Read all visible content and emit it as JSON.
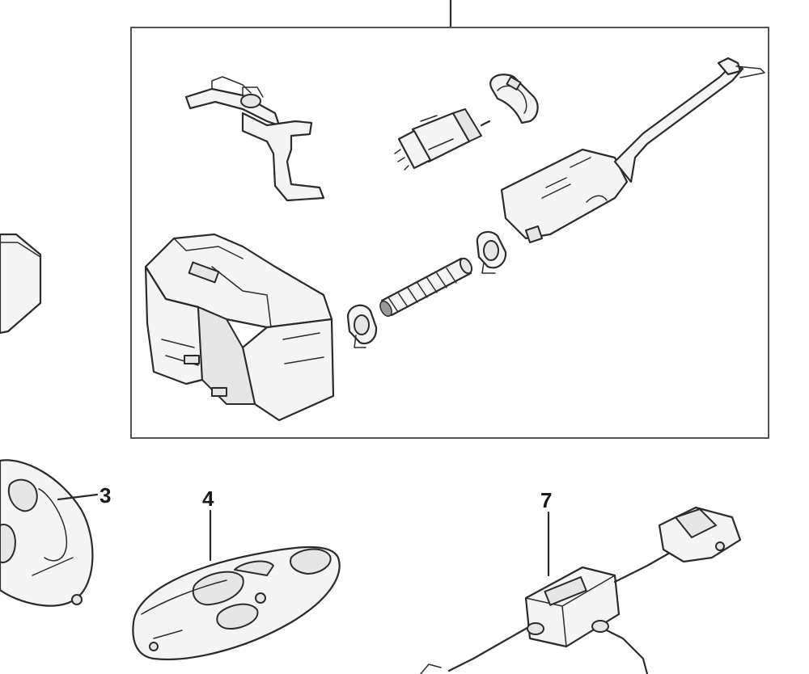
{
  "diagram": {
    "callouts": [
      {
        "id": "3",
        "label": "3",
        "part": "remote-control-keyfob-partial"
      },
      {
        "id": "4",
        "label": "4",
        "part": "remote-control-keyfob"
      },
      {
        "id": "7",
        "label": "7",
        "part": "cable-adapter-module"
      }
    ],
    "group_box_parts": [
      "coolant-hose",
      "fuel-pump",
      "pipe-clamp-top",
      "exhaust-muffler",
      "auxiliary-heater-unit",
      "flexible-exhaust-pipe",
      "hose-clamp-left",
      "hose-clamp-right"
    ],
    "colors": {
      "line": "#2b2b2b",
      "background": "#ffffff",
      "frame": "#555555"
    }
  }
}
